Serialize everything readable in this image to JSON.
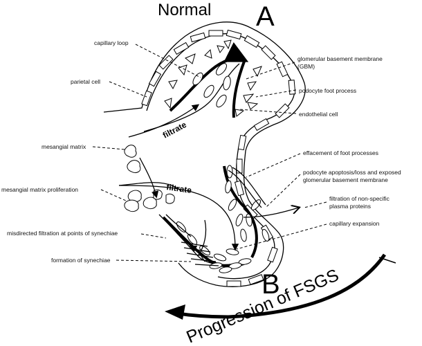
{
  "title": "Normal",
  "panel_a": "A",
  "panel_b": "B",
  "progression": "Progression of FSGS",
  "filtrate_top": "filtrate",
  "filtrate_bottom": "filtrate",
  "labels": {
    "capillary_loop": "capillary loop",
    "parietal_cell": "parietal cell",
    "mesangial_matrix": "mesangial matrix",
    "mesangial_matrix_proliferation": "mesangial matrix proliferation",
    "misdirected_filtration": "misdirected filtration at points of synechiae",
    "formation_synechiae": "formation of synechiae",
    "gbm_1": "glomerular basement membrane",
    "gbm_2": "(GBM)",
    "podocyte_foot_process": "podocyte foot process",
    "endothelial_cell": "endothelial cell",
    "effacement": "effacement of foot processes",
    "apoptosis_1": "podocyte apoptosis/loss and exposed",
    "apoptosis_2": "glomerular basement membrane",
    "filtration_1": "filtration of non-specific",
    "filtration_2": "plasma proteins",
    "capillary_expansion": "capillary expansion"
  }
}
